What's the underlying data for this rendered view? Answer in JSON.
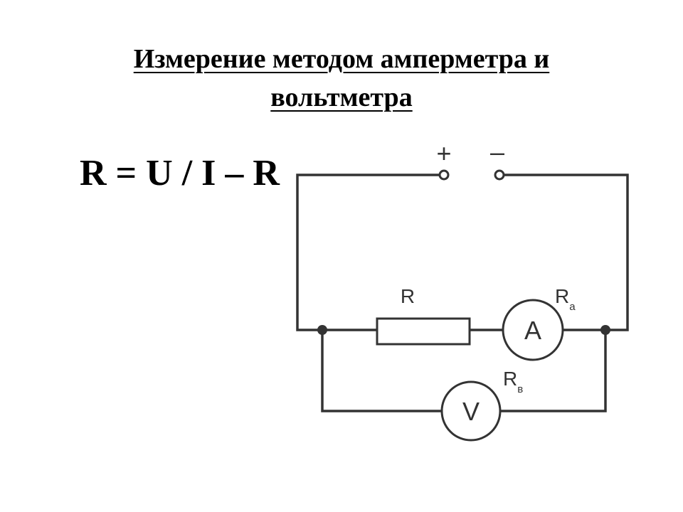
{
  "title": {
    "line1": "Измерение методом амперметра и",
    "line2": "вольтметра"
  },
  "formula": "R = U / I – R",
  "diagram": {
    "terminal_plus": "+",
    "terminal_minus": "–",
    "resistor_label": "R",
    "ammeter_symbol": "A",
    "ammeter_resistance_main": "R",
    "ammeter_resistance_sub": "а",
    "voltmeter_symbol": "V",
    "voltmeter_resistance_main": "R",
    "voltmeter_resistance_sub": "в"
  }
}
